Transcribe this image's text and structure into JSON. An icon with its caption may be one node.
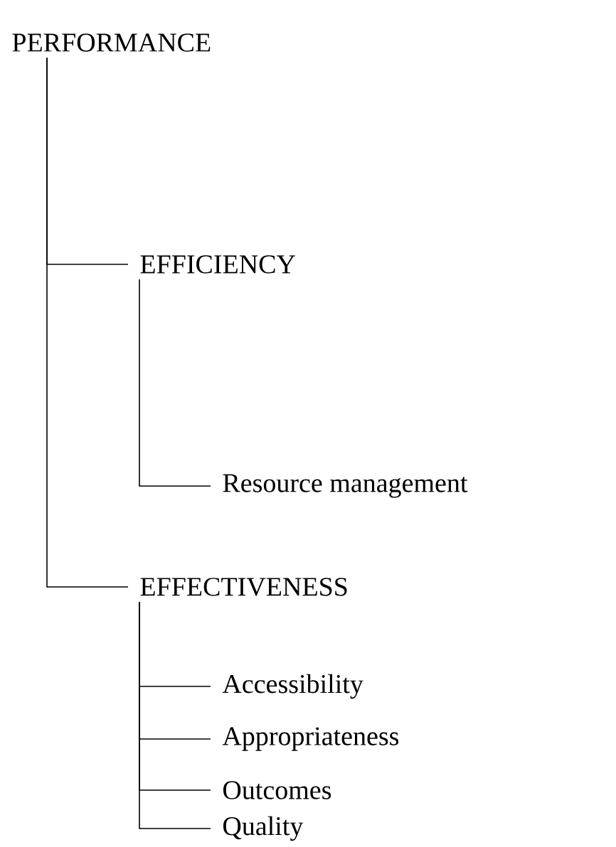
{
  "diagram": {
    "nodes": [
      {
        "text": [
          "PERFORMANCE"
        ]
      },
      {
        "text": [
          "EFFICIENCY"
        ]
      },
      {
        "text": [
          "Resource management"
        ]
      },
      {
        "text": [
          "EFFECTIVENESS"
        ]
      },
      {
        "text": [
          "Accessibility"
        ]
      },
      {
        "text": [
          "Appropriateness"
        ]
      },
      {
        "text": [
          "Outcomes"
        ]
      },
      {
        "text": [
          "Quality"
        ]
      }
    ],
    "edges": [
      {
        "from": 0,
        "to": 1,
        "arrow": "none"
      },
      {
        "from": 0,
        "to": 3,
        "arrow": "none"
      },
      {
        "from": 1,
        "to": 2,
        "arrow": "none"
      },
      {
        "from": 3,
        "to": 4,
        "arrow": "none"
      },
      {
        "from": 3,
        "to": 5,
        "arrow": "none"
      },
      {
        "from": 3,
        "to": 6,
        "arrow": "none"
      },
      {
        "from": 3,
        "to": 7,
        "arrow": "none"
      }
    ]
  }
}
